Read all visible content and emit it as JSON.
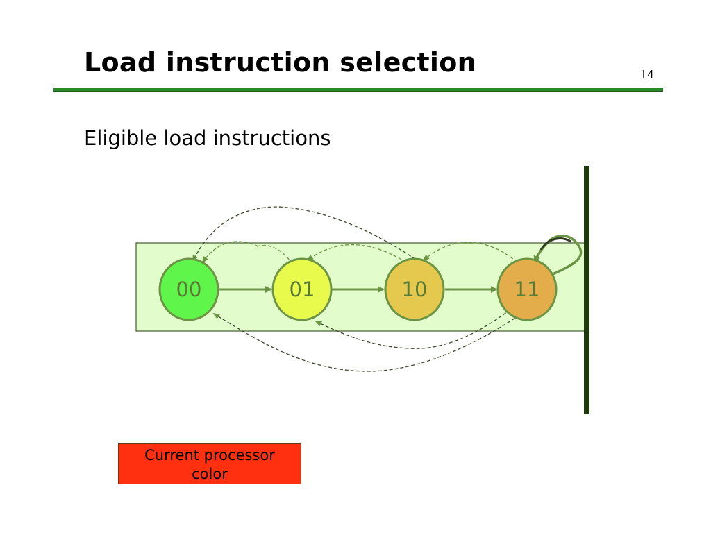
{
  "slide": {
    "title": "Load instruction selection",
    "page_number": "14",
    "subtitle": "Eligible load instructions"
  },
  "diagram": {
    "region_fill": "#e2fccc",
    "states": [
      {
        "id": "00",
        "label": "00",
        "fill": "#5ff54a"
      },
      {
        "id": "01",
        "label": "01",
        "fill": "#e8fb4c"
      },
      {
        "id": "10",
        "label": "10",
        "fill": "#e5c84e"
      },
      {
        "id": "11",
        "label": "11",
        "fill": "#e3ad4c"
      }
    ],
    "transitions_solid": [
      {
        "from": "00",
        "to": "01"
      },
      {
        "from": "01",
        "to": "10"
      },
      {
        "from": "10",
        "to": "11"
      },
      {
        "from": "11",
        "to": "11"
      }
    ],
    "transitions_dashed": [
      {
        "from": "01",
        "to": "00"
      },
      {
        "from": "10",
        "to": "01"
      },
      {
        "from": "11",
        "to": "10"
      },
      {
        "from": "10",
        "to": "00"
      },
      {
        "from": "11",
        "to": "01"
      },
      {
        "from": "11",
        "to": "00"
      }
    ]
  },
  "legend": {
    "line1": "Current processor",
    "line2": "color",
    "fill": "#ff3010"
  }
}
